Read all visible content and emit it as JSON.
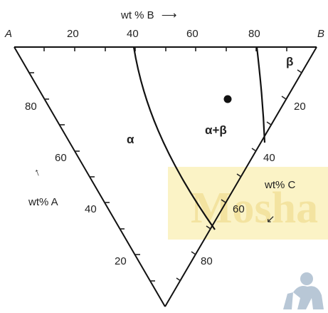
{
  "corners": {
    "a": "A",
    "b": "B"
  },
  "axes": {
    "b": {
      "label": "wt % B",
      "arrow": "⟶",
      "ticks": [
        "20",
        "40",
        "60",
        "80"
      ]
    },
    "a": {
      "label": "wt% A",
      "arrow": "↑",
      "ticks": [
        "80",
        "60",
        "40",
        "20"
      ]
    },
    "c": {
      "label": "wt% C",
      "arrow": "↙",
      "ticks": [
        "20",
        "40",
        "60",
        "80"
      ]
    }
  },
  "regions": {
    "alpha": "α",
    "alpha_beta": "α+β",
    "beta": "β"
  },
  "watermark": {
    "text": "Mosha",
    "color": "#fbf3c6",
    "logo": "person-silhouette"
  },
  "colors": {
    "line": "#111111",
    "watermark_text": "#f5e7a8",
    "logo": "#b8c7d6"
  }
}
